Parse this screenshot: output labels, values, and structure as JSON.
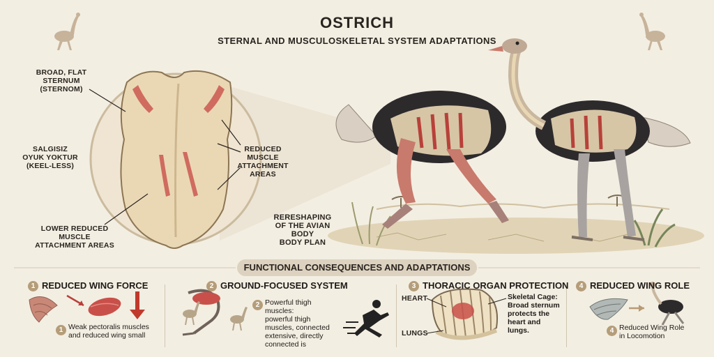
{
  "header": {
    "title": "OSTRICH",
    "subtitle": "STERNAL AND MUSCULOSKELETAL SYSTEM ADAPTATIONS"
  },
  "sternum_callouts": {
    "broad_flat": [
      "BROAD, FLAT",
      "STERNUM",
      "(STERNOM)"
    ],
    "keel_less": [
      "SALGISIZ",
      "OYUK YOKTUR",
      "(KEEL-LESS)"
    ],
    "reduced_muscle": [
      "REDUCED",
      "MUSCLE",
      "ATTACHMENT",
      "AREAS"
    ],
    "lower_reduced": [
      "LOWER REDUCED",
      "MUSCLE",
      "ATTACHMENT AREAS"
    ]
  },
  "body_plan_label": [
    "RERESHAPING",
    "OF THE AVIAN",
    "BODY",
    "BODY PLAN"
  ],
  "section_header": "FUNCTIONAL CONSEQUENCES AND ADAPTATIONS",
  "panels": [
    {
      "number": "1",
      "title": "REDUCED WING FORCE",
      "note_number": "1",
      "note": [
        "Weak pectoralis muscles",
        "and reduced wing small"
      ]
    },
    {
      "number": "2",
      "title": "GROUND-FOCUSED SYSTEM",
      "note_number": "2",
      "note": [
        "Powerful thigh muscles:",
        "powerful thigh",
        "muscles, connected",
        "extensive, directly",
        "connected is"
      ]
    },
    {
      "number": "3",
      "title": "THORACIC ORGAN PROTECTION",
      "labels": {
        "heart": "HEART",
        "lungs": "LUNGS"
      },
      "note": [
        "Skeletal Cage:",
        "Broad sternum",
        "protects the",
        "heart and",
        "lungs."
      ]
    },
    {
      "number": "4",
      "title": "REDUCED WING ROLE",
      "note_number": "4",
      "note": [
        "Reduced Wing Role",
        "in Locomotion"
      ]
    }
  ],
  "colors": {
    "background": "#f3eee2",
    "bone": "#e9d7b4",
    "muscle": "#b8413a",
    "plumage": "#2d2a2c",
    "badge": "#b59d79",
    "skin": "#c87a6c"
  }
}
